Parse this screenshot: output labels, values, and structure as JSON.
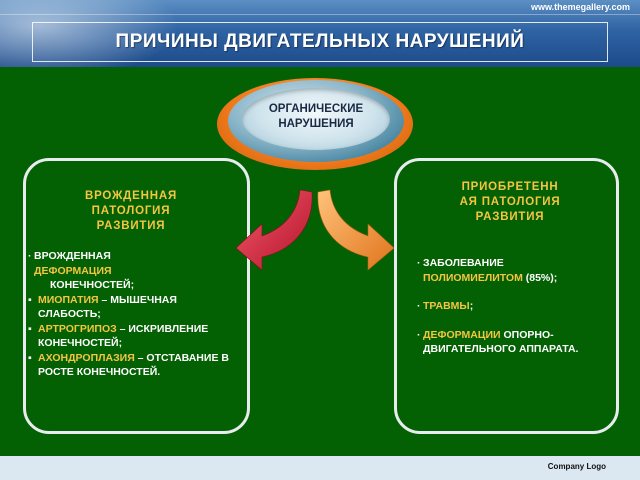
{
  "header": {
    "site_url": "www.themegallery.com",
    "title": "ПРИЧИНЫ ДВИГАТЕЛЬНЫХ НАРУШЕНИЙ"
  },
  "center": {
    "line1": "ОРГАНИЧЕСКИЕ",
    "line2": "НАРУШЕНИЯ"
  },
  "left_panel": {
    "heading_lines": [
      "ВРОЖДЕННАЯ",
      "ПАТОЛОГИЯ",
      "РАЗВИТИЯ"
    ],
    "items": [
      {
        "pre": "ВРОЖДЕННАЯ",
        "highlight": "ДЕФОРМАЦИЯ",
        "post": "КОНЕЧНОСТЕЙ;"
      },
      {
        "highlight": "МИОПАТИЯ",
        "post": "– МЫШЕЧНАЯ СЛАБОСТЬ;"
      },
      {
        "highlight": "АРТРОГРИПОЗ",
        "post": "– ИСКРИВЛЕНИЕ КОНЕЧНОСТЕЙ;"
      },
      {
        "highlight": "АХОНДРОПЛАЗИЯ",
        "post": "– ОТСТАВАНИЕ В РОСТЕ КОНЕЧНОСТЕЙ."
      }
    ]
  },
  "right_panel": {
    "heading_lines": [
      "ПРИОБРЕТЕНН",
      "АЯ ПАТОЛОГИЯ",
      "РАЗВИТИЯ"
    ],
    "items": [
      {
        "pre": "ЗАБОЛЕВАНИЕ",
        "highlight": "ПОЛИОМИЕЛИТОМ",
        "post": "(85%);"
      },
      {
        "highlight": "ТРАВМЫ",
        "post": ";"
      },
      {
        "highlight": "ДЕФОРМАЦИИ",
        "post": "ОПОРНО-ДВИГАТЕЛЬНОГО АППАРАТА."
      }
    ]
  },
  "footer": {
    "company_logo": "Company Logo"
  },
  "colors": {
    "background_green": "#036103",
    "highlight_yellow": "#f5c542",
    "header_blue": "#2f63a3",
    "arrow_red": "#d9263a",
    "arrow_orange": "#f39a3c"
  }
}
